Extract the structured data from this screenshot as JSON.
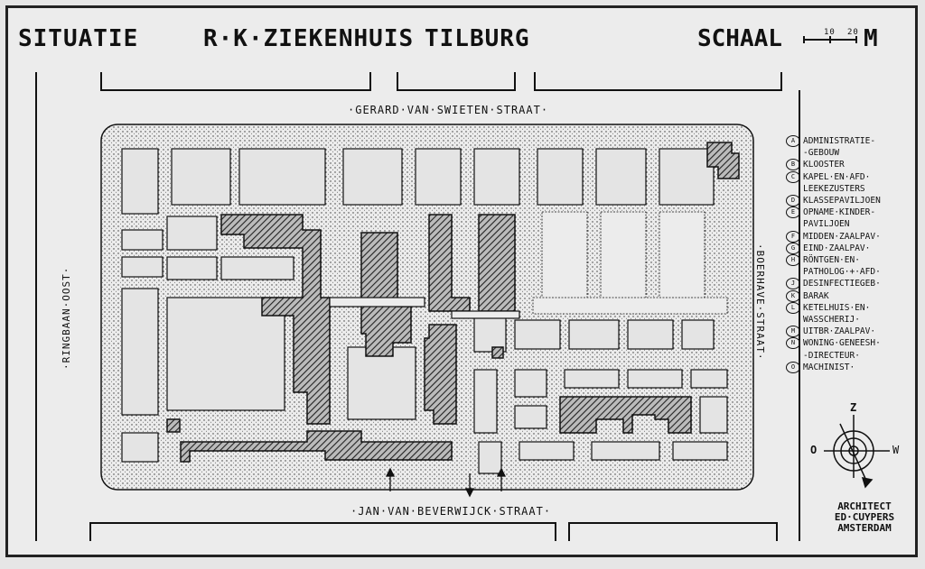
{
  "title": {
    "situatie": "SITUATIE",
    "hospital": "R·K·ZIEKENHUIS",
    "city": "TILBURG",
    "scale_label": "SCHAAL",
    "scale_ticks": [
      "10",
      "20"
    ],
    "scale_unit": "M"
  },
  "streets": {
    "top": "·GERARD·VAN·SWIETEN·STRAAT·",
    "bottom": "·JAN·VAN·BEVERWIJCK·STRAAT·",
    "left": "·RINGBAAN·OOST·",
    "right": "·BOERHAVE·STRAAT·"
  },
  "legend": [
    {
      "key": "A",
      "label": "ADMINISTRATIE-\n-GEBOUW"
    },
    {
      "key": "B",
      "label": "KLOOSTER"
    },
    {
      "key": "C",
      "label": "KAPEL·EN·AFD·\nLEEKEZUSTERS"
    },
    {
      "key": "D",
      "label": "KLASSEPAVILJOEN"
    },
    {
      "key": "E",
      "label": "OPNAME·KINDER-\nPAVILJOEN"
    },
    {
      "key": "F",
      "label": "MIDDEN·ZAALPAV·"
    },
    {
      "key": "G",
      "label": "EIND·ZAALPAV·"
    },
    {
      "key": "H",
      "label": "RÖNTGEN·EN·\nPATHOLOG·+·AFD·"
    },
    {
      "key": "J",
      "label": "DESINFECTIEGEB·"
    },
    {
      "key": "K",
      "label": "BARAK"
    },
    {
      "key": "L",
      "label": "KETELHUIS·EN·\nWASSCHERIJ·"
    },
    {
      "key": "M",
      "label": "UITBR·ZAALPAV·"
    },
    {
      "key": "N",
      "label": "WONING·GENEESH·\n-DIRECTEUR·"
    },
    {
      "key": "O",
      "label": "MACHINIST·"
    }
  ],
  "compass": {
    "north": "Z",
    "west": "W",
    "east": "O"
  },
  "architect": [
    "ARCHITECT",
    "ED·CUYPERS",
    "AMSTERDAM"
  ],
  "colors": {
    "ink": "#111111",
    "paper": "#ececec",
    "hatch": "#333333",
    "garden": "#dcdcdc"
  }
}
